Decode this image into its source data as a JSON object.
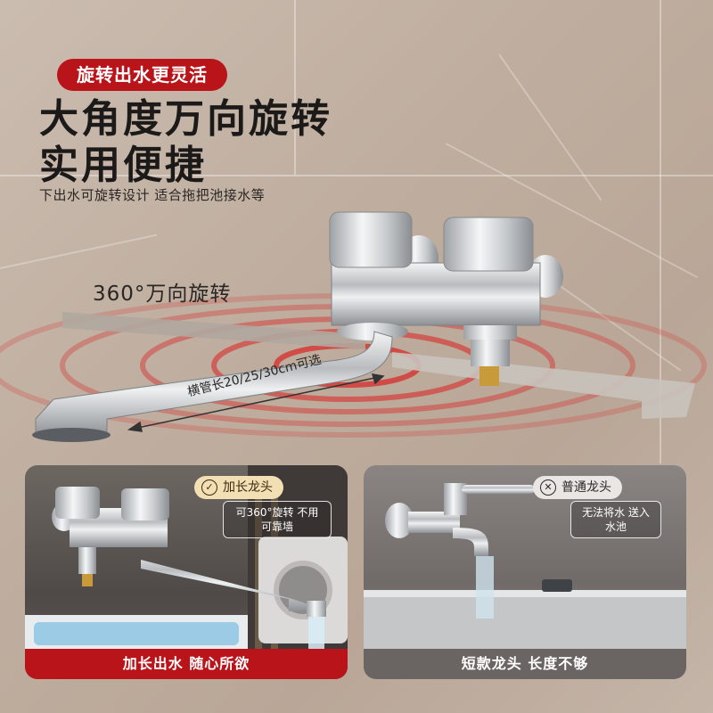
{
  "header": {
    "badge": "旋转出水更灵活",
    "headline_line1": "大角度万向旋转",
    "headline_line2": "实用便捷",
    "subtitle": "下出水可旋转设计 适合拖把池接水等"
  },
  "hero": {
    "rotation_label": "360°万向旋转",
    "pipe_length_label": "横管长20/25/30cm可选"
  },
  "comparison": {
    "left": {
      "tag": "加长龙头",
      "note": "可360°旋转 不用可靠墙",
      "caption": "加长出水 随心所欲",
      "tag_icon": "check-circle-icon"
    },
    "right": {
      "tag": "普通龙头",
      "note": "无法将水 送入水池",
      "caption": "短款龙头 长度不够",
      "tag_icon": "x-circle-icon"
    }
  },
  "colors": {
    "brand_red": "#b8141a",
    "tag_gold": "#f3dfb4",
    "text_dark": "#1c1a19"
  }
}
